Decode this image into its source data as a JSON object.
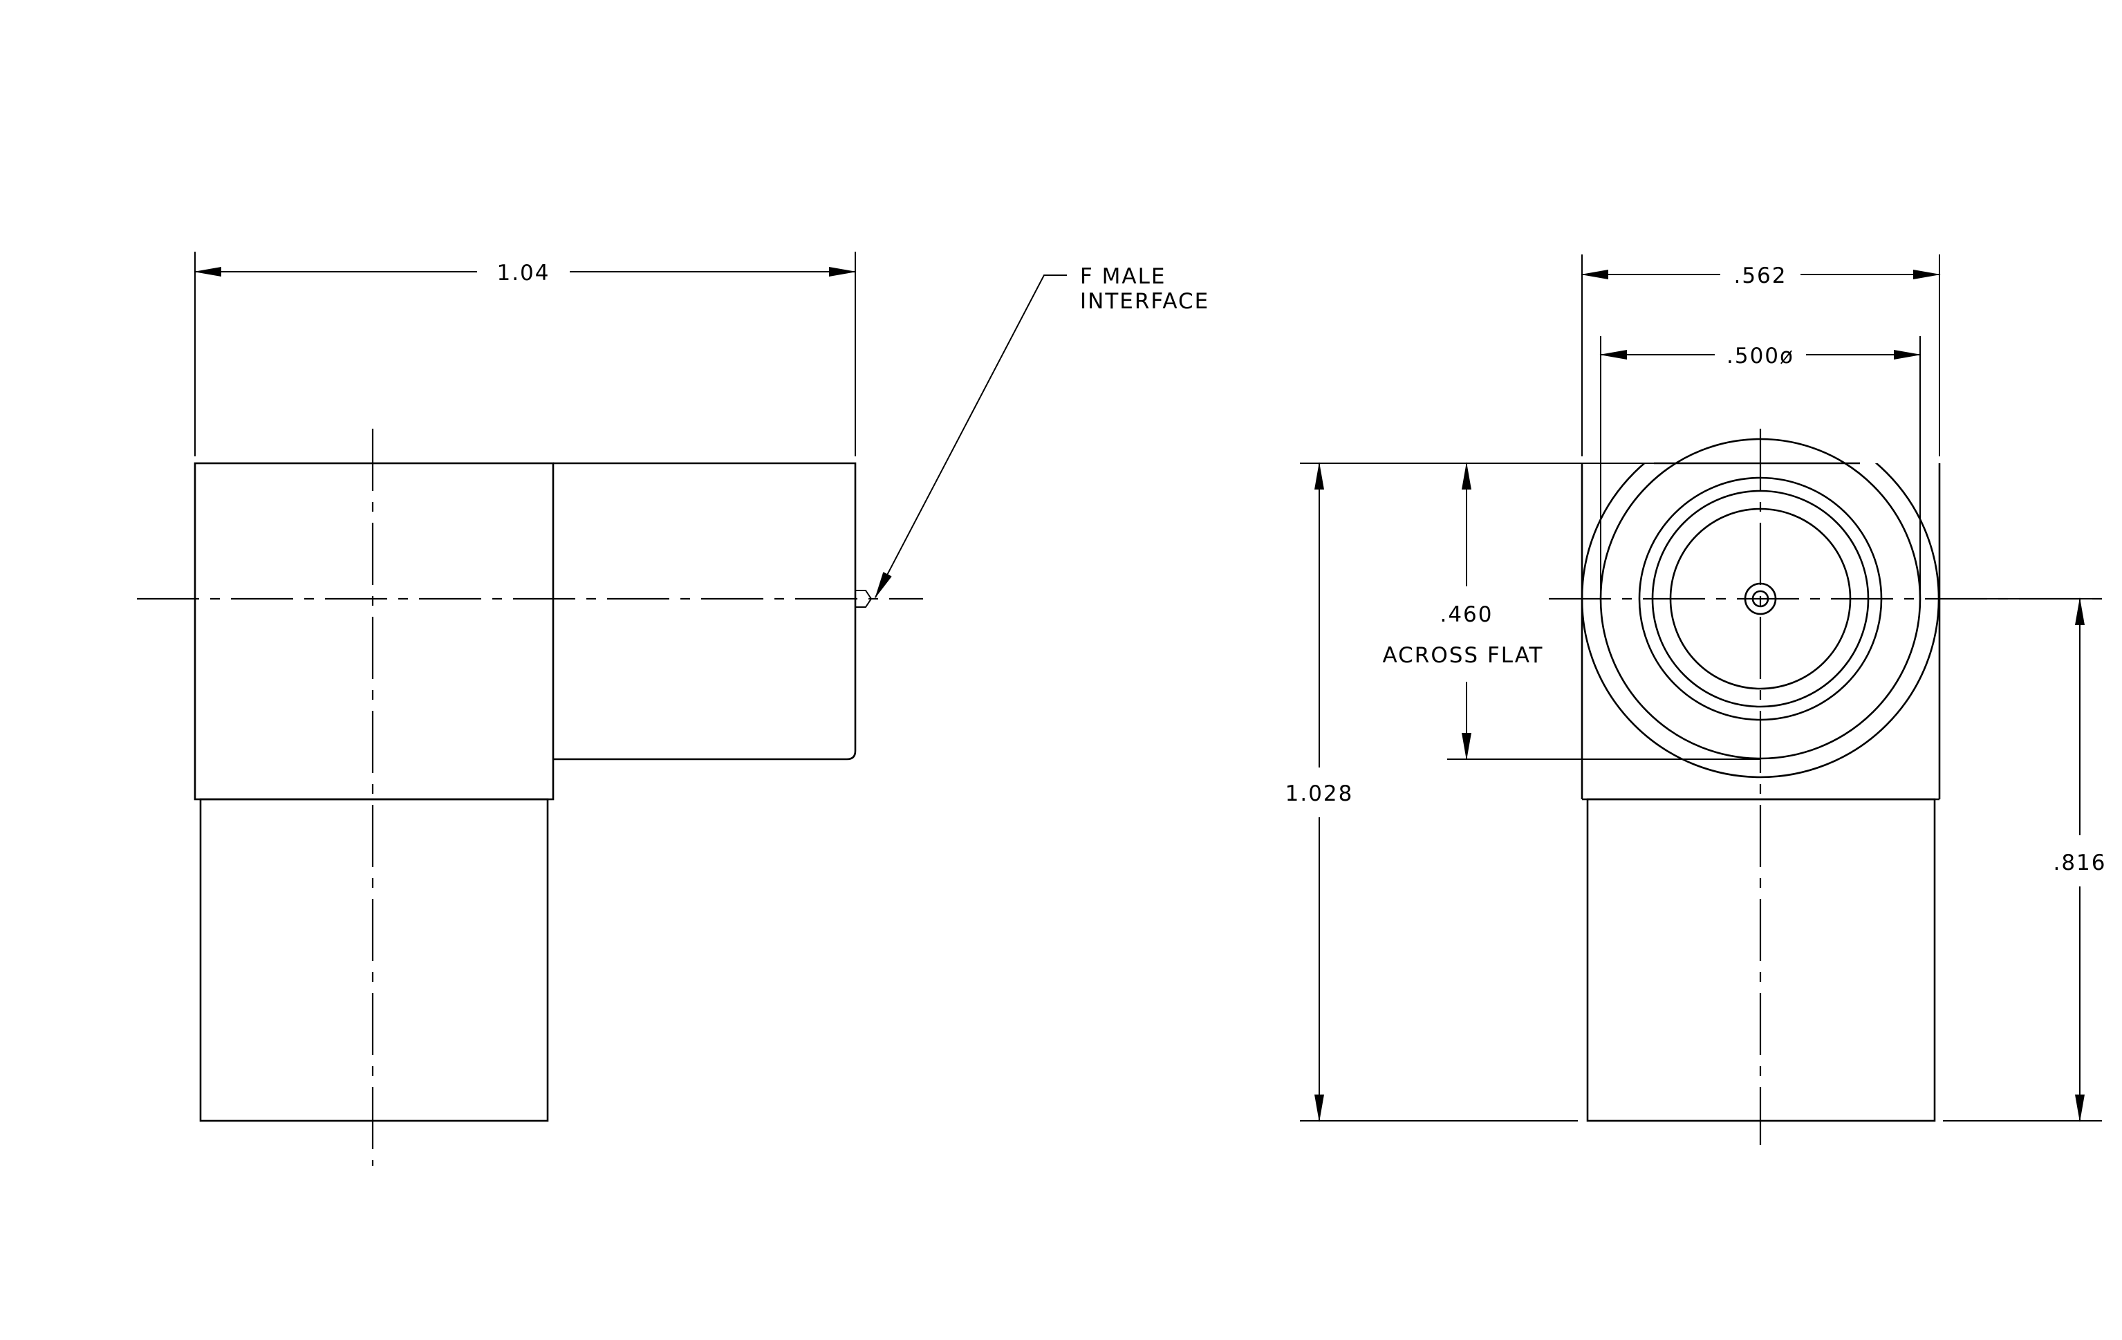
{
  "side_view": {
    "width_dim": "1.04",
    "callout_line1": "F MALE",
    "callout_line2": "INTERFACE"
  },
  "front_view": {
    "hex_width_dim": ".562",
    "diameter_dim": ".500ø",
    "flat_dim": ".460",
    "flat_note": "ACROSS FLAT",
    "overall_height_dim": "1.028",
    "lower_height_dim": ".816"
  }
}
